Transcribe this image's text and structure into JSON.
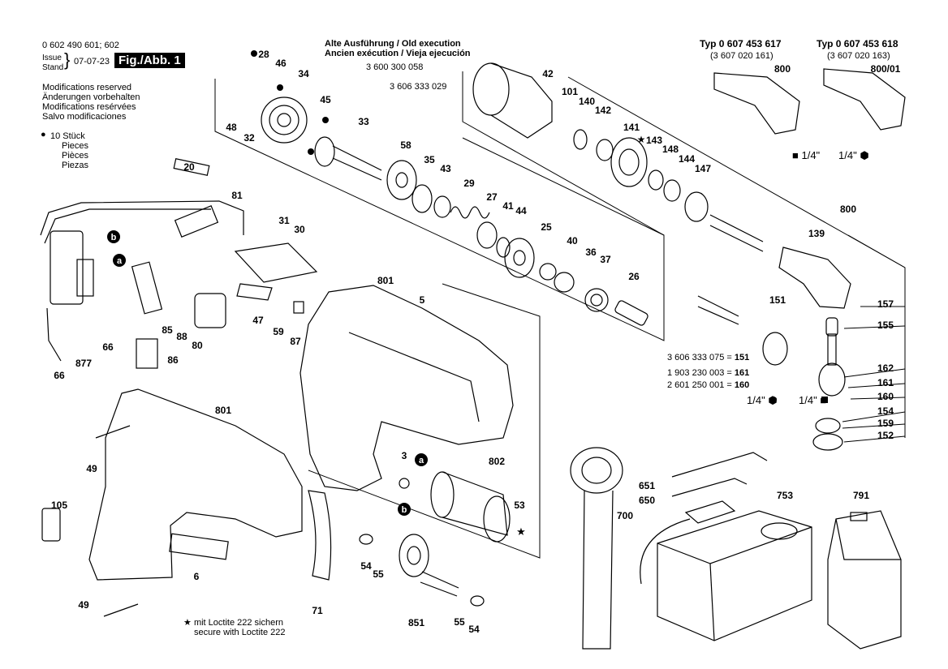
{
  "header": {
    "part_number": "0 602 490 601; 602",
    "issue_label": "Issue",
    "stand_label": "Stand",
    "date": "07-07-23",
    "fig_label": "Fig./Abb. 1",
    "modifications": [
      "Modifications reserved",
      "Änderungen vorbehalten",
      "Modifications resérvées",
      "Salvo modificaciones"
    ],
    "pieces": [
      "10 Stück",
      "Pieces",
      "Pièces",
      "Piezas"
    ]
  },
  "old_execution": {
    "title1": "Alte Ausführung / Old execution",
    "title2": "Ancien exécution / Vieja ejecución",
    "part1": "3 600 300 058",
    "part2": "3 606 333 029"
  },
  "types": [
    {
      "title": "Typ 0 607 453 617",
      "sub": "(3 607 020 161)",
      "item": "800",
      "size": "1/4\""
    },
    {
      "title": "Typ 0 607 453 618",
      "sub": "(3 607 020 163)",
      "item": "800/01",
      "size": "1/4\""
    }
  ],
  "side_parts": [
    {
      "code": "3 606 333 075 = ",
      "num": "151"
    },
    {
      "code": "1 903 230 003 = ",
      "num": "161"
    },
    {
      "code": "2 601 250 001 = ",
      "num": "160"
    }
  ],
  "size_labels": [
    "1/4\"",
    "1/4\""
  ],
  "footnote": [
    "mit Loctite 222 sichern",
    "secure with Loctite 222"
  ],
  "labels": [
    "28",
    "46",
    "34",
    "45",
    "48",
    "32",
    "33",
    "58",
    "35",
    "43",
    "29",
    "27",
    "41",
    "44",
    "25",
    "40",
    "36",
    "37",
    "26",
    "42",
    "101",
    "140",
    "142",
    "141",
    "143",
    "148",
    "144",
    "147",
    "20",
    "81",
    "31",
    "30",
    "877",
    "66",
    "66",
    "85",
    "88",
    "80",
    "86",
    "47",
    "59",
    "87",
    "801",
    "5",
    "801",
    "49",
    "105",
    "6",
    "49",
    "3",
    "802",
    "53",
    "54",
    "55",
    "851",
    "55",
    "54",
    "71",
    "700",
    "651",
    "650",
    "753",
    "791",
    "800",
    "139",
    "151",
    "157",
    "155",
    "162",
    "161",
    "160",
    "154",
    "159",
    "152"
  ]
}
